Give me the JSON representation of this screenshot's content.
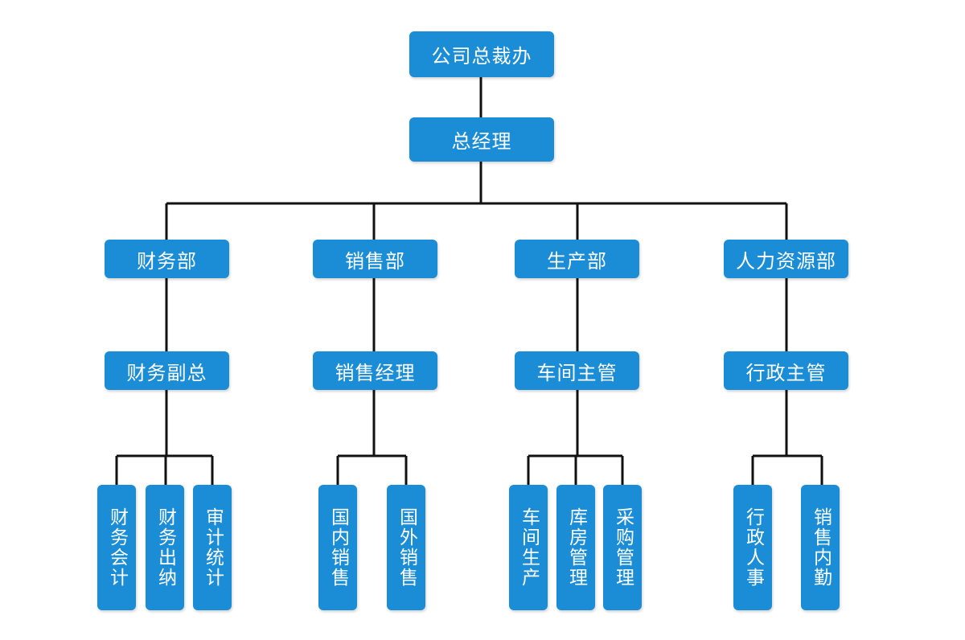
{
  "org_chart": {
    "top": "公司总裁办",
    "manager": "总经理",
    "departments": [
      {
        "name": "财务部",
        "head": "财务副总",
        "units": [
          "财务会计",
          "财务出纳",
          "审计统计"
        ]
      },
      {
        "name": "销售部",
        "head": "销售经理",
        "units": [
          "国内销售",
          "国外销售"
        ]
      },
      {
        "name": "生产部",
        "head": "车间主管",
        "units": [
          "车间生产",
          "库房管理",
          "采购管理"
        ]
      },
      {
        "name": "人力资源部",
        "head": "行政主管",
        "units": [
          "行政人事",
          "销售内勤"
        ]
      }
    ]
  },
  "colors": {
    "box": "#1a8dd6",
    "line": "#111111",
    "text": "#ffffff"
  }
}
